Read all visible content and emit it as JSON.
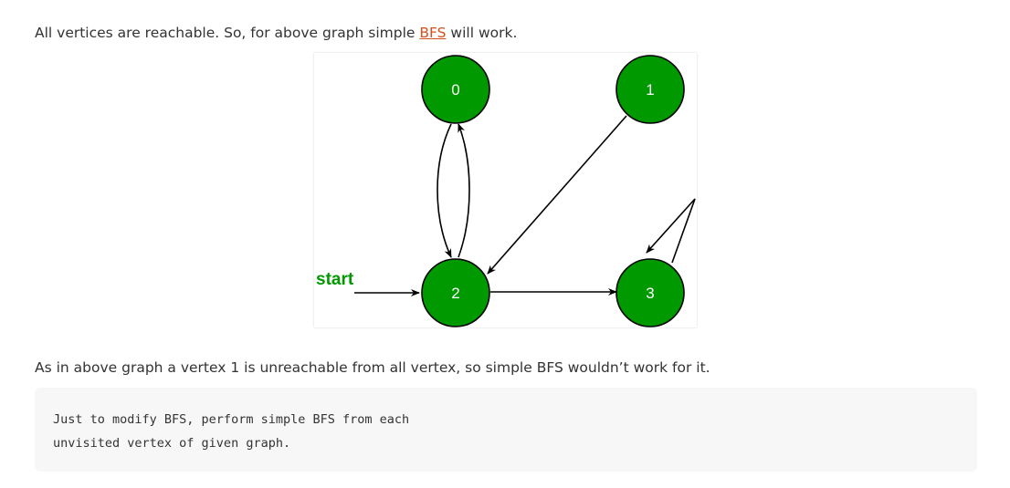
{
  "intro": {
    "text_before": "All vertices are reachable. So, for above graph simple ",
    "link_text": "BFS",
    "text_after": " will work."
  },
  "graph": {
    "start_label": "start",
    "node_color": "#009900",
    "nodes": [
      {
        "id": "0",
        "label": "0"
      },
      {
        "id": "1",
        "label": "1"
      },
      {
        "id": "2",
        "label": "2"
      },
      {
        "id": "3",
        "label": "3"
      }
    ],
    "edges": [
      {
        "from": "2",
        "to": "0"
      },
      {
        "from": "0",
        "to": "2"
      },
      {
        "from": "1",
        "to": "2"
      },
      {
        "from": "2",
        "to": "3"
      },
      {
        "from": "3",
        "to": "3"
      }
    ]
  },
  "paragraph": "As in above graph a vertex 1 is unreachable from all vertex, so simple BFS wouldn’t work for it.",
  "code": {
    "lines": [
      "Just to modify BFS, perform simple BFS from each",
      "unvisited vertex of given graph."
    ]
  }
}
